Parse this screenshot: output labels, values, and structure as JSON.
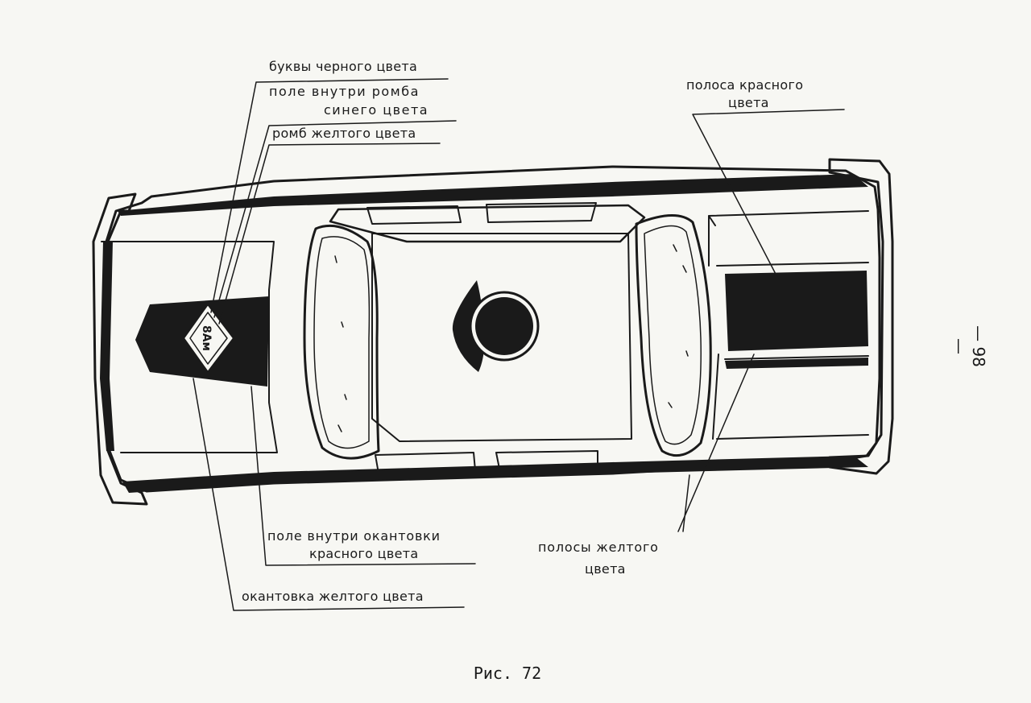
{
  "labels": {
    "letters": "буквы черного цвета",
    "diamond_field_1": "поле внутри ромба",
    "diamond_field_2": "синего цвета",
    "diamond": "ромб желтого цвета",
    "red_stripe_1": "полоса красного",
    "red_stripe_2": "цвета",
    "border_field_1": "поле внутри окантовки",
    "border_field_2": "красного цвета",
    "yellow_stripes_1": "полосы желтого",
    "yellow_stripes_2": "цвета",
    "border": "окантовка желтого цвета"
  },
  "emblem_text": "8Ам",
  "caption": "Рис. 72",
  "page_number": "— 98 —"
}
